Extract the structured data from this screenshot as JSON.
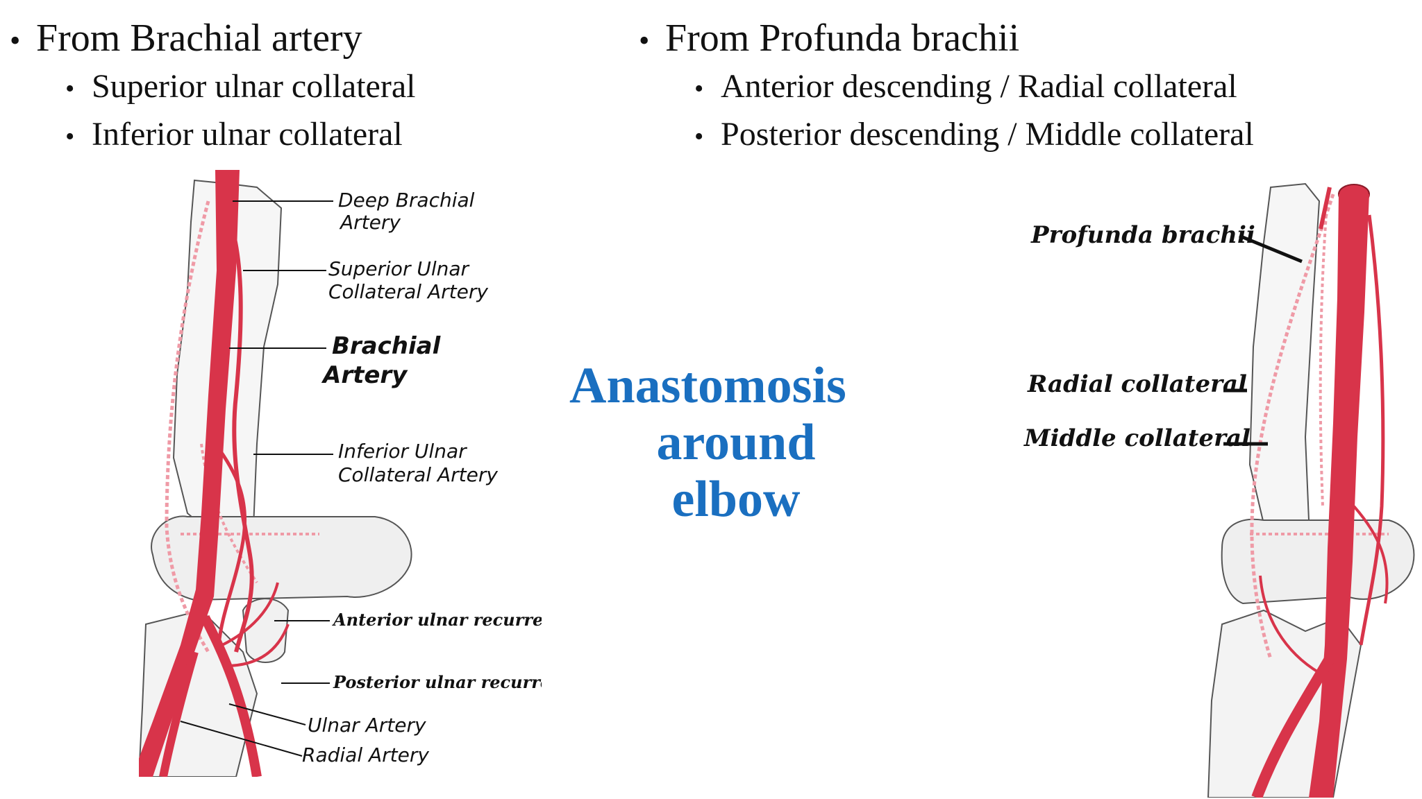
{
  "left_list": {
    "heading": "From Brachial artery",
    "items": [
      "Superior ulnar collateral",
      "Inferior ulnar collateral"
    ]
  },
  "right_list": {
    "heading": "From Profunda brachii",
    "items": [
      "Anterior descending / Radial collateral",
      "Posterior descending / Middle collateral"
    ]
  },
  "center_title": [
    "Anastomosis",
    "around",
    "elbow"
  ],
  "left_figure": {
    "labels": {
      "deep_brachial_1": "Deep Brachial",
      "deep_brachial_2": "Artery",
      "superior_ulnar_1": "Superior Ulnar",
      "superior_ulnar_2": "Collateral Artery",
      "brachial_1": "Brachial",
      "brachial_2": "Artery",
      "inferior_ulnar_1": "Inferior Ulnar",
      "inferior_ulnar_2": "Collateral Artery",
      "anterior_ulnar_recurrent": "Anterior ulnar recurrent",
      "posterior_ulnar_recurrent": "Posterior ulnar recurrent",
      "ulnar_artery": "Ulnar Artery",
      "radial_artery": "Radial Artery"
    }
  },
  "right_figure": {
    "labels": {
      "profunda_brachii": "Profunda brachii",
      "radial_collateral": "Radial collateral",
      "middle_collateral": "Middle collateral"
    }
  },
  "colors": {
    "artery": "#d8344a",
    "artery_light": "#ef9aa6",
    "bone_stroke": "#555555",
    "title_blue": "#1a6fc0"
  }
}
